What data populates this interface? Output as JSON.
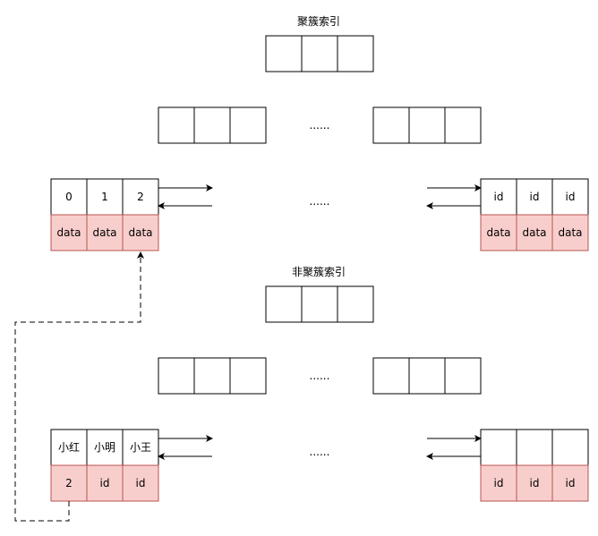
{
  "clustered": {
    "title": "聚簇索引",
    "ellipsis_mid": "......",
    "ellipsis_leaf": "......",
    "left_leaf": {
      "keys": [
        "0",
        "1",
        "2"
      ],
      "values": [
        "data",
        "data",
        "data"
      ]
    },
    "right_leaf": {
      "keys": [
        "id",
        "id",
        "id"
      ],
      "values": [
        "data",
        "data",
        "data"
      ]
    }
  },
  "secondary": {
    "title": "非聚簇索引",
    "ellipsis_mid": "......",
    "ellipsis_leaf": "......",
    "left_leaf": {
      "keys": [
        "小红",
        "小明",
        "小王"
      ],
      "values": [
        "2",
        "id",
        "id"
      ]
    },
    "right_leaf": {
      "keys": [
        "",
        "",
        ""
      ],
      "values": [
        "id",
        "id",
        "id"
      ]
    }
  },
  "colors": {
    "value_fill": "#f8cecc",
    "value_stroke": "#b85450",
    "stroke": "#000000"
  }
}
